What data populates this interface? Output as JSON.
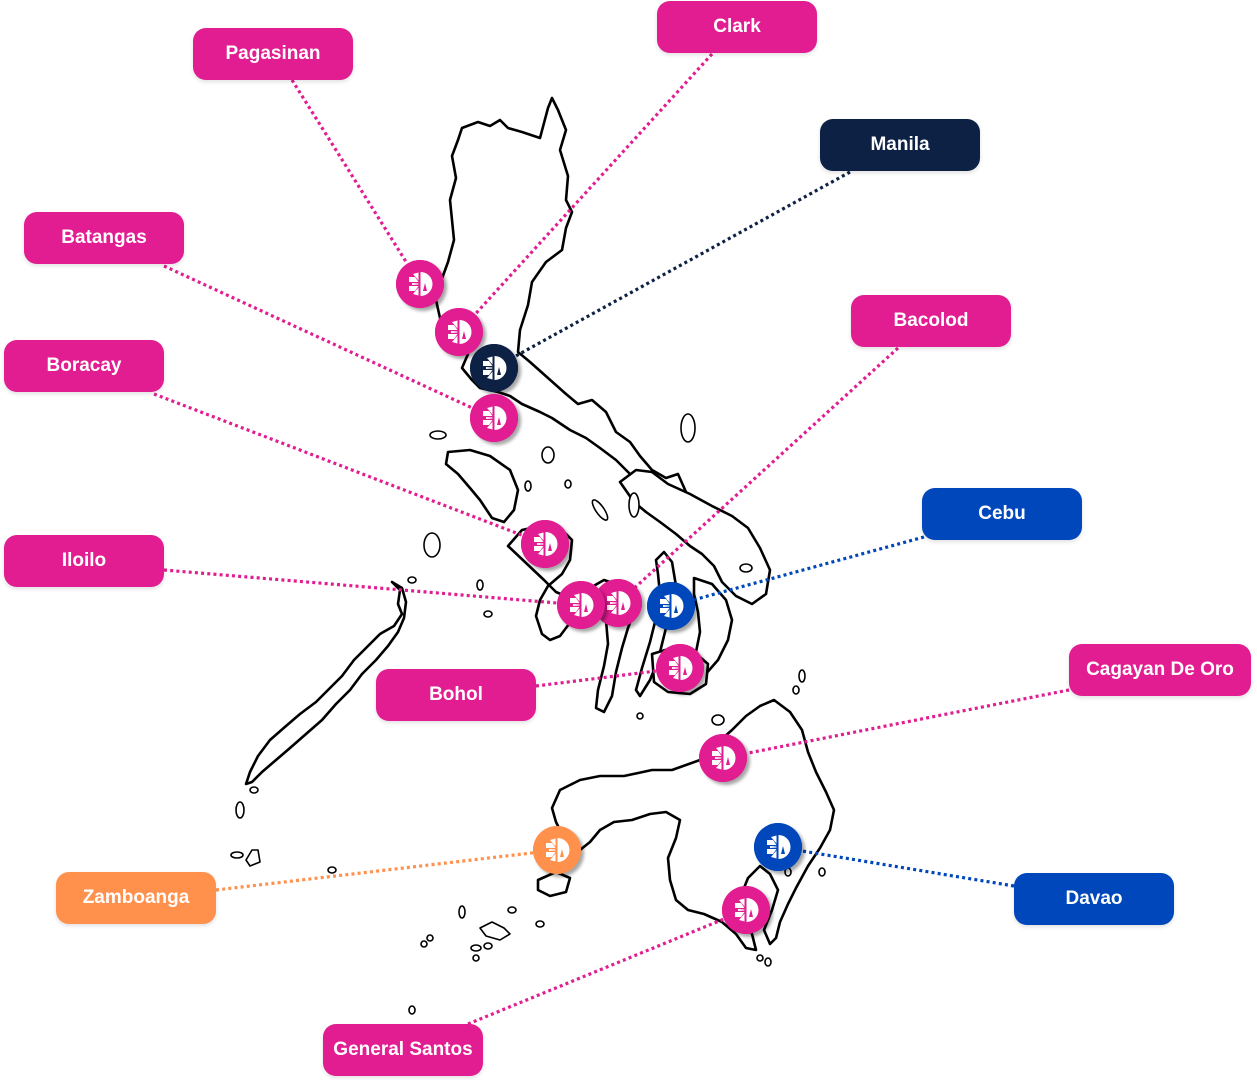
{
  "map": {
    "title": "Philippines locations map",
    "colors": {
      "magenta": "#e11d91",
      "navy": "#0d2145",
      "blue": "#0047bb",
      "orange": "#ff914d"
    },
    "marker_icon": "brand-logo-icon",
    "locations": [
      {
        "id": "pagasinan",
        "name": "Pagasinan",
        "color": "magenta"
      },
      {
        "id": "clark",
        "name": "Clark",
        "color": "magenta"
      },
      {
        "id": "manila",
        "name": "Manila",
        "color": "navy"
      },
      {
        "id": "batangas",
        "name": "Batangas",
        "color": "magenta"
      },
      {
        "id": "bacolod",
        "name": "Bacolod",
        "color": "magenta"
      },
      {
        "id": "boracay",
        "name": "Boracay",
        "color": "magenta"
      },
      {
        "id": "cebu",
        "name": "Cebu",
        "color": "blue"
      },
      {
        "id": "iloilo",
        "name": "Iloilo",
        "color": "magenta"
      },
      {
        "id": "bohol",
        "name": "Bohol",
        "color": "magenta"
      },
      {
        "id": "cagayan-de-oro",
        "name": "Cagayan De Oro",
        "color": "magenta"
      },
      {
        "id": "zamboanga",
        "name": "Zamboanga",
        "color": "orange"
      },
      {
        "id": "davao",
        "name": "Davao",
        "color": "blue"
      },
      {
        "id": "general-santos",
        "name": "General Santos",
        "color": "magenta"
      }
    ]
  }
}
